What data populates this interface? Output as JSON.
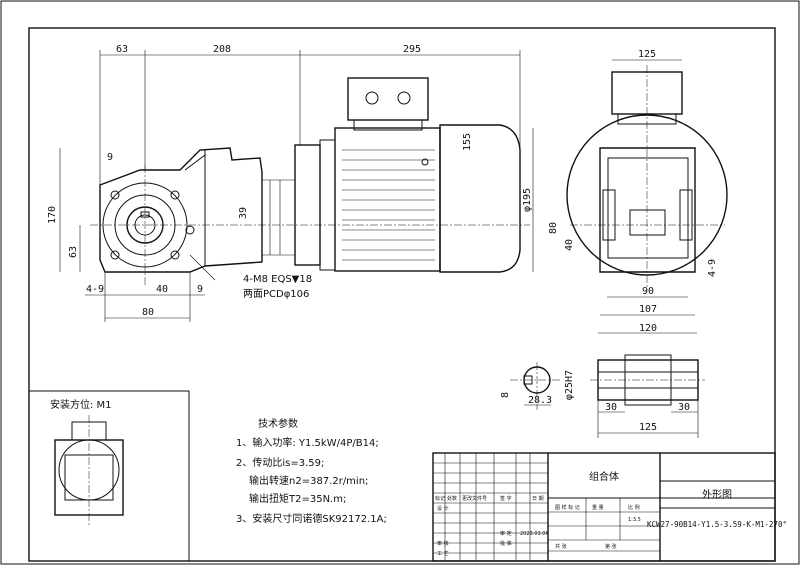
{
  "dimensions": {
    "top_63": "63",
    "top_208": "208",
    "top_295": "295",
    "top_125": "125",
    "d_9": "9",
    "d_170": "170",
    "d_63": "63",
    "d_39": "39",
    "d_155": "155",
    "d_195": "φ195",
    "d_4_9_left": "4-9",
    "d_40_left": "40",
    "d_9_small": "9",
    "d_80_left": "80",
    "d_80_right": "80",
    "d_40_right": "40",
    "d_4_9_right": "4-9",
    "d_90": "90",
    "d_107": "107",
    "d_120": "120",
    "shaft_8": "8",
    "shaft_28_3": "28.3",
    "shaft_25H7": "φ25H7",
    "shaft_30_left": "30",
    "shaft_30_right": "30",
    "shaft_125": "125"
  },
  "annotations": {
    "bolt": "4-M8 EQS▼18",
    "pcd": "两面PCDφ106"
  },
  "mounting": {
    "label": "安装方位: M1"
  },
  "specs": {
    "title": "技术参数",
    "line1": "1、输入功率: Y1.5kW/4P/B14;",
    "line2": "2、传动比is=3.59;",
    "line3": "输出转速n2=387.2r/min;",
    "line4": "输出扭矩T2=35N.m;",
    "line5": "3、安装尺寸同诺德SK92172.1A;"
  },
  "title_block": {
    "assembly": "组合体",
    "drawing_type": "外形图",
    "model": "KCW27-90B14-Y1.5-3.59-K-M1-270°",
    "scale": "1:3.5",
    "date": "2023.03.06",
    "h_mark": "标记",
    "h_qty": "处数",
    "h_file": "更改文件号",
    "h_sign": "签 字",
    "h_date": "日 期",
    "h_design": "设 计",
    "h_stage": "图 样 标 记",
    "h_weight": "重 量",
    "h_ratio": "比 例",
    "h_review": "审 核",
    "h_total": "共  张",
    "h_sheet": "第  张",
    "h_craft": "工 艺",
    "h_approve": "批 准",
    "h_audit": "审 定"
  }
}
